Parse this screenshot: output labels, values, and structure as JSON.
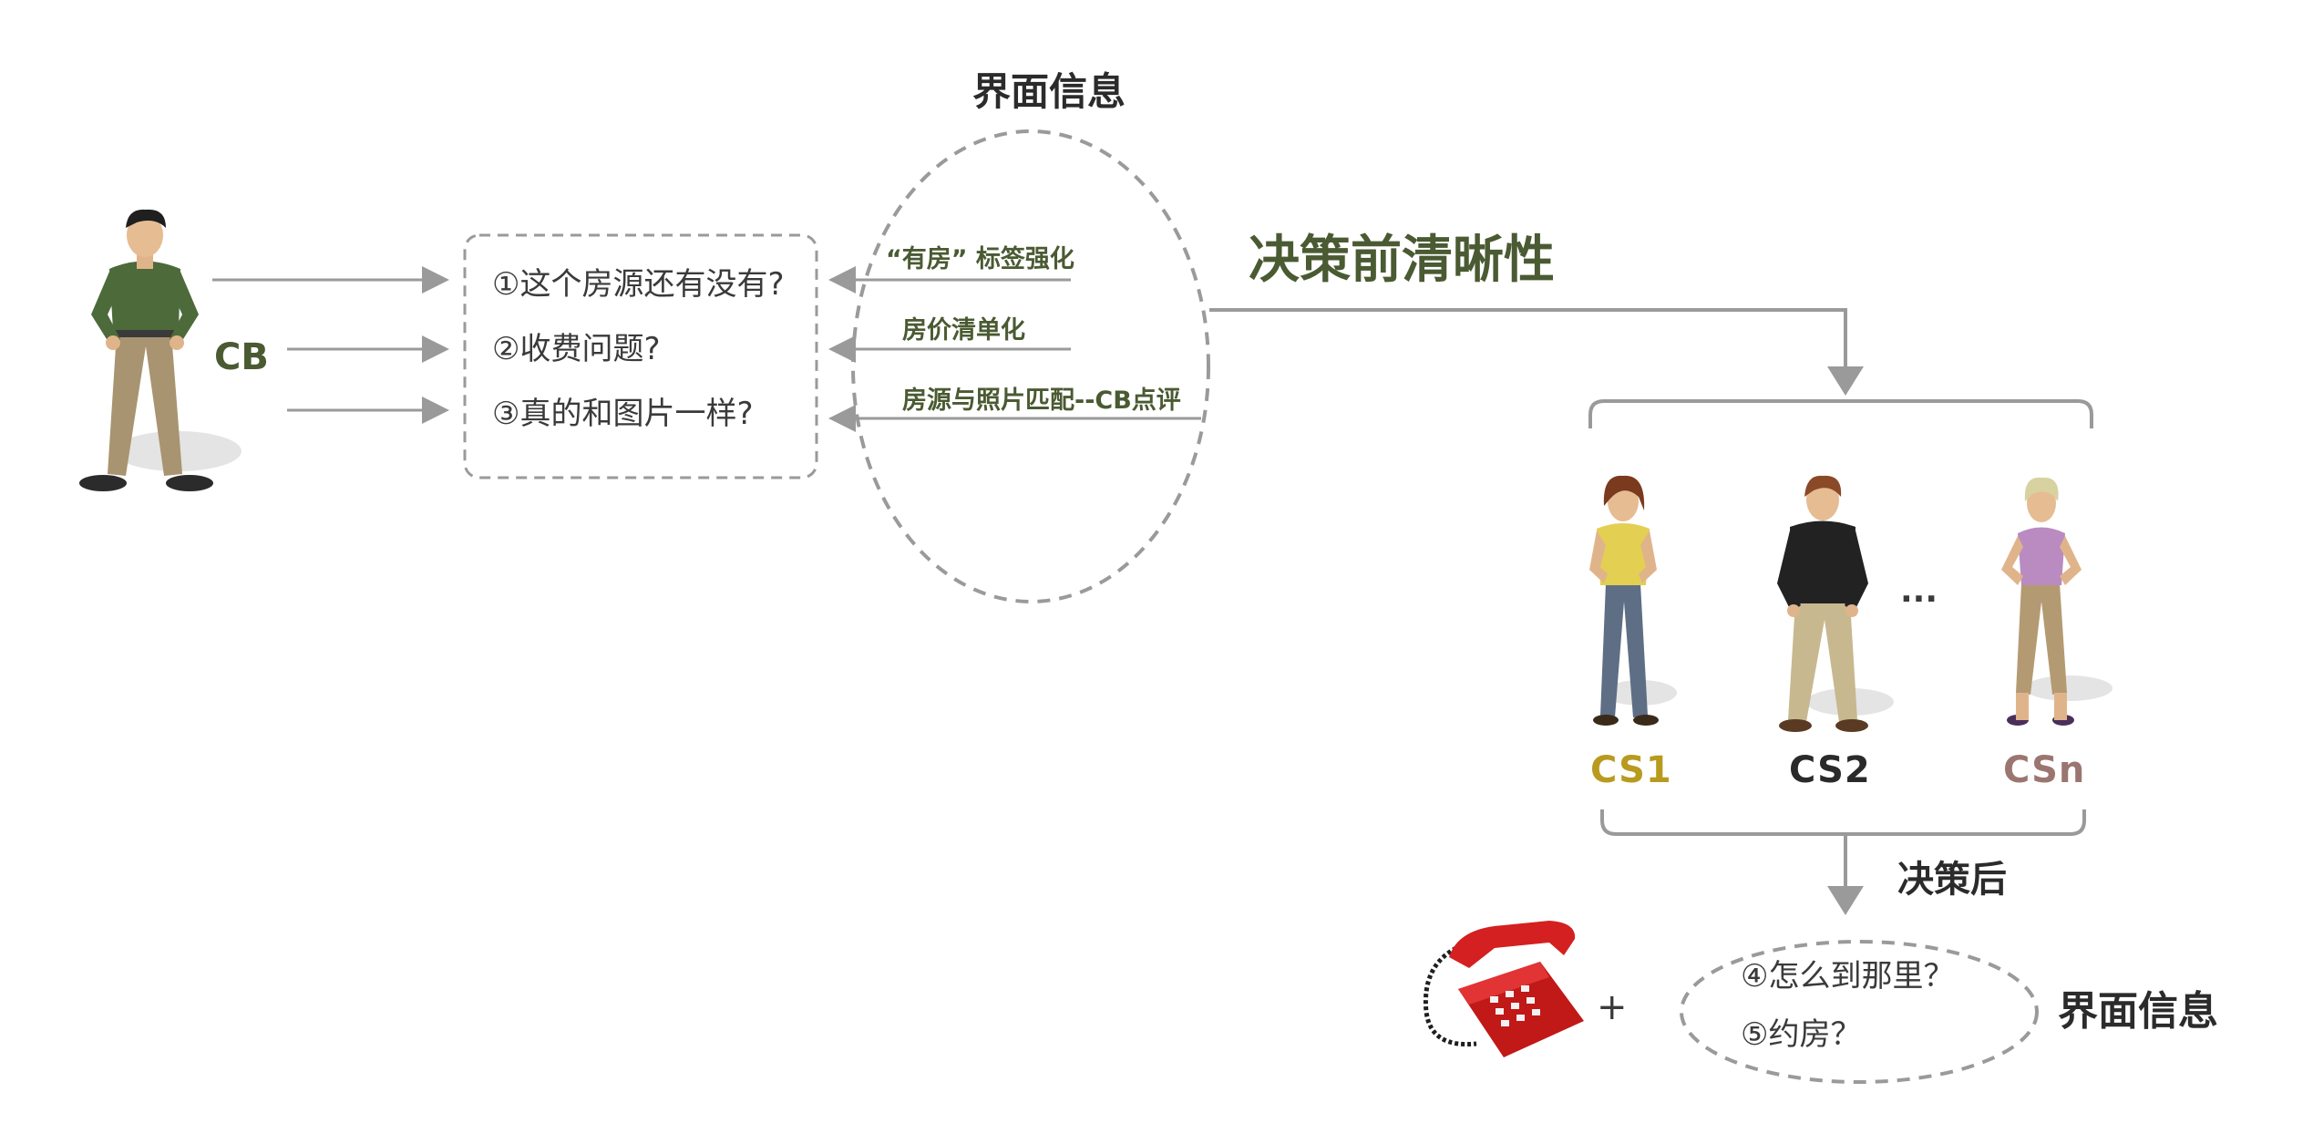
{
  "top_heading": "界面信息",
  "cb_label": "CB",
  "questions": [
    "①这个房源还有没有?",
    "②收费问题?",
    "③真的和图片一样?"
  ],
  "interface_items": [
    "“有房” 标签强化",
    "房价清单化",
    "房源与照片匹配--CB点评"
  ],
  "decision_before": "决策前清晰性",
  "cs_labels": [
    "CS1",
    "CS2",
    "CSn"
  ],
  "ellipsis": "···",
  "decision_after": "决策后",
  "plus": "+",
  "after_questions": [
    "④怎么到那里？",
    "⑤约房？"
  ],
  "bottom_heading": "界面信息",
  "colors": {
    "line": "#9a9a9a",
    "green_label": "#4a5a32",
    "cs1": "#b89a1e",
    "cs2": "#2a2a2a",
    "csn": "#9b7670"
  }
}
